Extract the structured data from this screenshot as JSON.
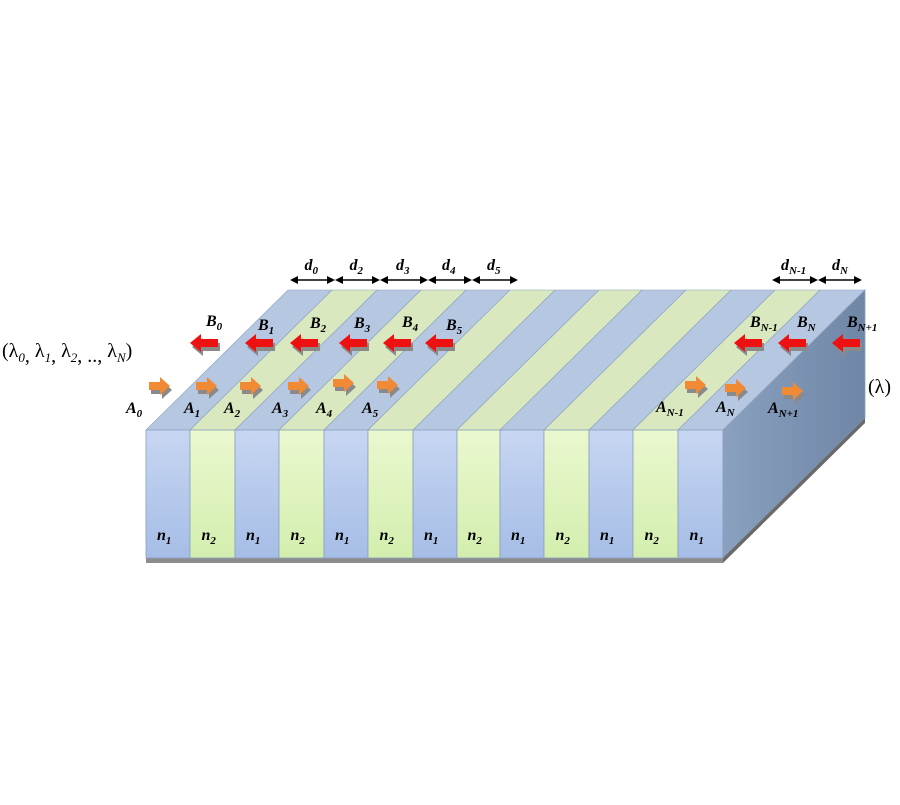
{
  "colors": {
    "layer_n1_front": "#b7c9ec",
    "layer_n2_front": "#dff3bf",
    "layer_n1_top": "#b6c7e2",
    "layer_n2_top": "#d9e8bf",
    "side_face": "#7d93b1",
    "outline": "#8aa0bd",
    "forward_arrow": "#f08a35",
    "backward_arrow": "#ee1111"
  },
  "layers": [
    "n1",
    "n2",
    "n1",
    "n2",
    "n1",
    "n2",
    "n1",
    "n2",
    "n1",
    "n2",
    "n1",
    "n2",
    "n1"
  ],
  "layer_labels": {
    "n1": {
      "base": "n",
      "sub": "1"
    },
    "n2": {
      "base": "n",
      "sub": "2"
    }
  },
  "thickness_labels": [
    {
      "base": "d",
      "sub": "0"
    },
    {
      "base": "d",
      "sub": "2"
    },
    {
      "base": "d",
      "sub": "3"
    },
    {
      "base": "d",
      "sub": "4"
    },
    {
      "base": "d",
      "sub": "5"
    },
    {
      "base": "d",
      "sub": "N-1"
    },
    {
      "base": "d",
      "sub": "N"
    }
  ],
  "forward_waves": [
    {
      "base": "A",
      "sub": "0"
    },
    {
      "base": "A",
      "sub": "1"
    },
    {
      "base": "A",
      "sub": "2"
    },
    {
      "base": "A",
      "sub": "3"
    },
    {
      "base": "A",
      "sub": "4"
    },
    {
      "base": "A",
      "sub": "5"
    },
    {
      "base": "A",
      "sub": "N-1"
    },
    {
      "base": "A",
      "sub": "N"
    },
    {
      "base": "A",
      "sub": "N+1"
    }
  ],
  "backward_waves": [
    {
      "base": "B",
      "sub": "0"
    },
    {
      "base": "B",
      "sub": "1"
    },
    {
      "base": "B",
      "sub": "2"
    },
    {
      "base": "B",
      "sub": "3"
    },
    {
      "base": "B",
      "sub": "4"
    },
    {
      "base": "B",
      "sub": "5"
    },
    {
      "base": "B",
      "sub": "N-1"
    },
    {
      "base": "B",
      "sub": "N"
    },
    {
      "base": "B",
      "sub": "N+1"
    }
  ],
  "input_wavelengths": "(λ0, λ1, λ2, ..,λN)",
  "input_wavelength_parts": [
    {
      "base": "λ",
      "sub": "0",
      "sep": ", "
    },
    {
      "base": "λ",
      "sub": "1",
      "sep": ", "
    },
    {
      "base": "λ",
      "sub": "2",
      "sep": ", .., "
    },
    {
      "base": "λ",
      "sub": "N",
      "sep": ""
    }
  ],
  "output_wavelength": "(λ)"
}
